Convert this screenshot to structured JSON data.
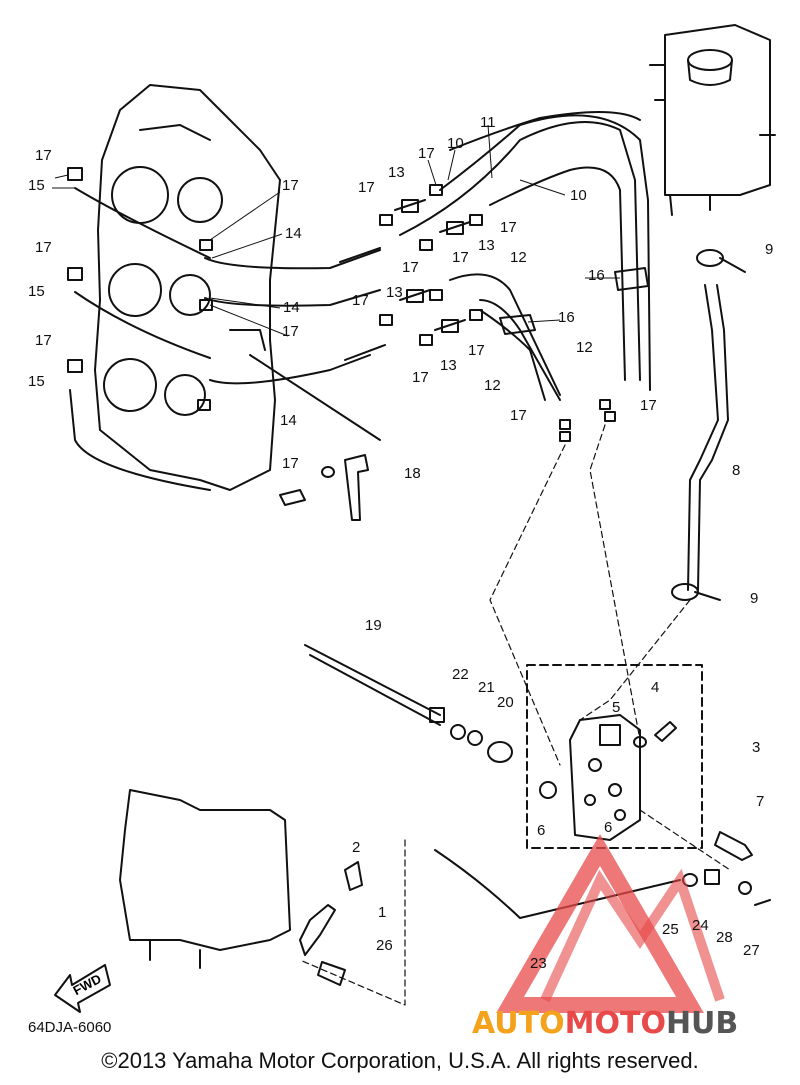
{
  "diagram": {
    "diagram_code": "64DJA-6060",
    "fwd_label": "FWD",
    "copyright": "©2013 Yamaha Motor Corporation, U.S.A. All rights reserved.",
    "watermark": {
      "part1": "AUTO",
      "part2": "MOTO",
      "part3": "HUB"
    },
    "callouts": [
      "1",
      "2",
      "3",
      "4",
      "5",
      "6",
      "6",
      "7",
      "8",
      "9",
      "9",
      "10",
      "10",
      "11",
      "12",
      "12",
      "12",
      "13",
      "13",
      "13",
      "13",
      "14",
      "14",
      "14",
      "15",
      "15",
      "15",
      "16",
      "16",
      "17",
      "18",
      "19",
      "20",
      "21",
      "22",
      "23",
      "24",
      "25",
      "26",
      "27",
      "28"
    ],
    "colors": {
      "line": "#111111",
      "watermark_red": "#e84a4a",
      "watermark_orange": "#f4a21b",
      "watermark_gray": "#555555"
    }
  }
}
